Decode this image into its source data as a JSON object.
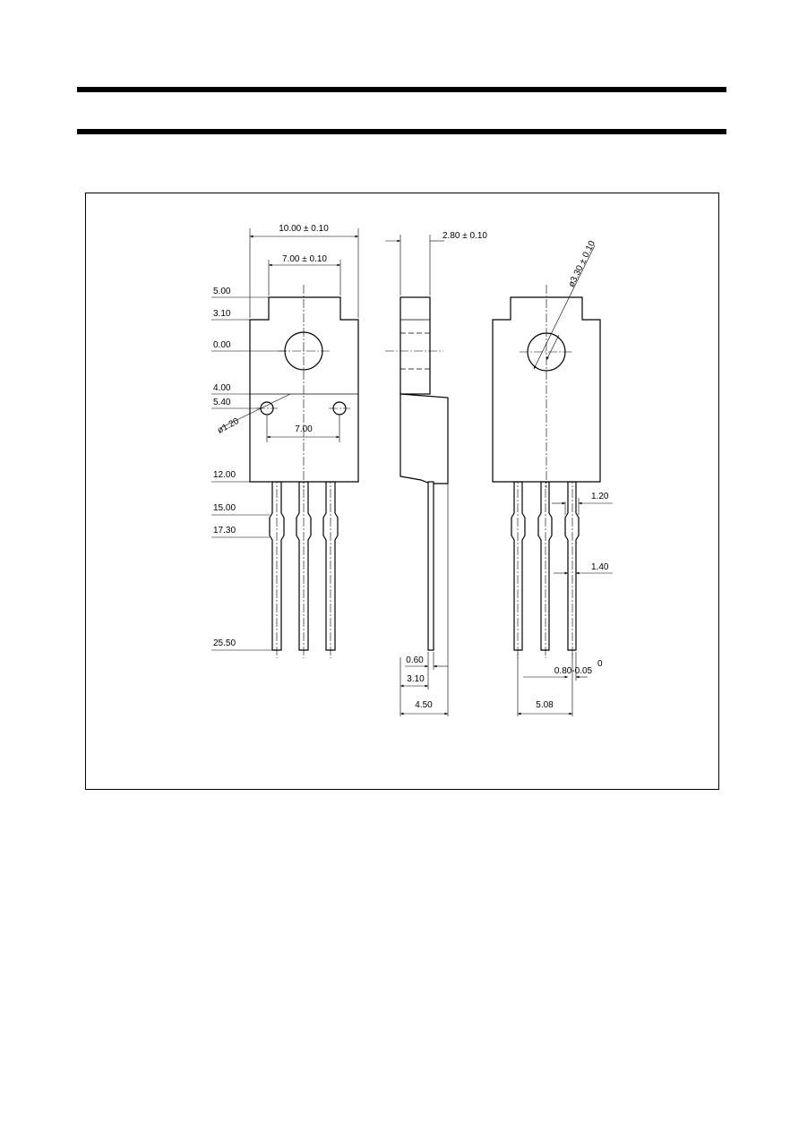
{
  "drawing": {
    "front_view": {
      "top_width": "10.00 ± 0.10",
      "inner_width": "7.00 ± 0.10",
      "hole_spacing": "7.00",
      "small_hole_dia": "ø1.20",
      "level_labels": [
        "5.00",
        "3.10",
        "0.00",
        "4.00",
        "5.40",
        "12.00",
        "15.00",
        "17.30",
        "25.50"
      ]
    },
    "side_view": {
      "tab_thickness": "2.80 ± 0.10",
      "lead_thickness": "0.60",
      "lead_offset": "3.10",
      "body_depth": "4.50"
    },
    "back_view": {
      "mount_hole_dia": "ø3.30 ± 0.10",
      "lead_width_upper": "1.20",
      "lead_width_lower": "1.40",
      "tol_upper": "0",
      "lead_width_tol": "0.80-0.05",
      "lead_pitch": "5.08"
    }
  }
}
